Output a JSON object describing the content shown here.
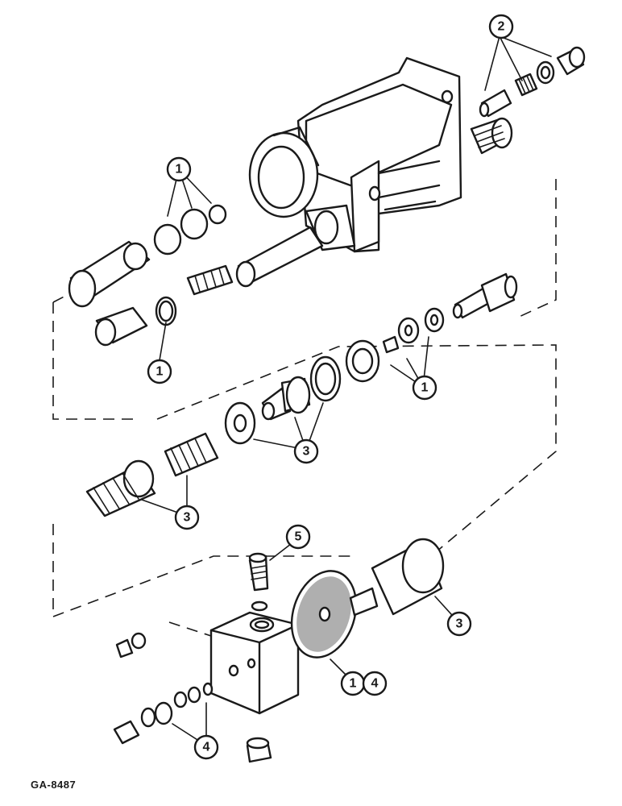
{
  "drawing": {
    "reference_code": "GA-8487"
  },
  "callouts": [
    {
      "id": "c1-top",
      "label": "1"
    },
    {
      "id": "c1-left",
      "label": "1"
    },
    {
      "id": "c1-right",
      "label": "1"
    },
    {
      "id": "c1-valve",
      "label": "1"
    },
    {
      "id": "c2-top",
      "label": "2"
    },
    {
      "id": "c3-mid",
      "label": "3"
    },
    {
      "id": "c3-spring",
      "label": "3"
    },
    {
      "id": "c3-cyl",
      "label": "3"
    },
    {
      "id": "c4-valve",
      "label": "4"
    },
    {
      "id": "c4-bottom",
      "label": "4"
    },
    {
      "id": "c5-plug",
      "label": "5"
    }
  ]
}
